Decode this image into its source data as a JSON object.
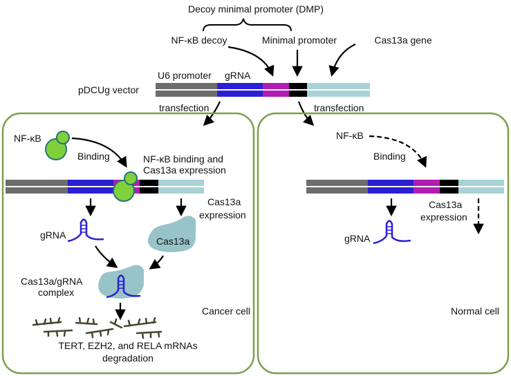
{
  "labels": {
    "dmp_title": "Decoy minimal promoter (DMP)",
    "nfkb_decoy": "NF-κB decoy",
    "minimal_promoter": "Minimal promoter",
    "cas13a_gene": "Cas13a gene",
    "u6_promoter": "U6 promoter",
    "grna_top": "gRNA",
    "vector_name": "pDCUg vector",
    "transfection_left": "transfection",
    "transfection_right": "transfection"
  },
  "cancer_cell": {
    "nfkb": "NF-κB",
    "binding": "Binding",
    "binding_expr_line1": "NF-κB binding and",
    "binding_expr_line2": "Cas13a expression",
    "cas13a_expr_line1": "Cas13a",
    "cas13a_expr_line2": "expression",
    "grna": "gRNA",
    "cas13a": "Cas13a",
    "complex_line1": "Cas13a/gRNA",
    "complex_line2": "complex",
    "cell_label": "Cancer cell",
    "mrna_line1": "TERT, EZH2, and RELA mRNAs",
    "mrna_line2": "degradation"
  },
  "normal_cell": {
    "nfkb": "NF-κB",
    "binding": "Binding",
    "cas13a_expr_line1": "Cas13a",
    "cas13a_expr_line2": "expression",
    "grna": "gRNA",
    "cell_label": "Normal cell"
  },
  "colors": {
    "u6_promoter": "#6d6d6d",
    "grna_segment": "#2a1fd4",
    "nfkb_decoy_segment": "#b21cb5",
    "minimal_promoter_segment": "#000000",
    "cas13a_gene_segment": "#a8d3d6",
    "cell_border": "#7ba04a",
    "nfkb_protein": "#7ed13a",
    "cas13a_protein": "#98c4c9",
    "mrna": "#3e4a2c"
  }
}
